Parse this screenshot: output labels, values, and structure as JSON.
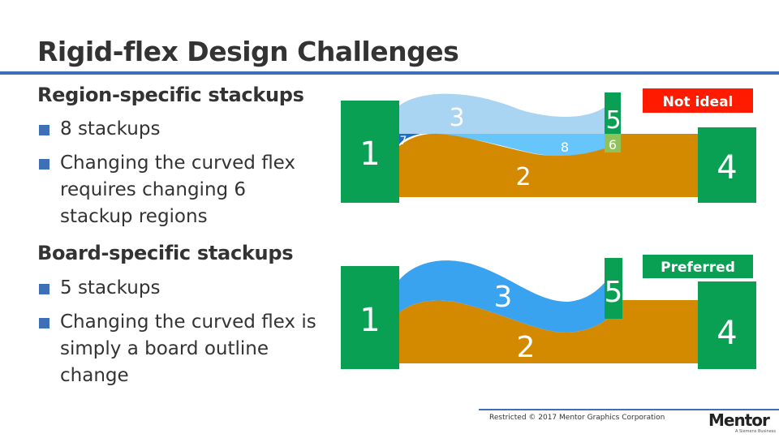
{
  "title": "Rigid-flex Design Challenges",
  "sections": [
    {
      "heading": "Region-specific stackups",
      "bullets": [
        "8 stackups",
        "Changing the curved flex requires changing 6 stackup regions"
      ]
    },
    {
      "heading": "Board-specific stackups",
      "bullets": [
        "5 stackups",
        "Changing the curved flex is simply a board outline change"
      ]
    }
  ],
  "diagram_top": {
    "badge": "Not ideal",
    "badge_color": "#ff1a00",
    "labels": [
      "1",
      "2",
      "3",
      "4",
      "5",
      "6",
      "7",
      "8"
    ]
  },
  "diagram_bottom": {
    "badge": "Preferred",
    "badge_color": "#0aa054",
    "labels": [
      "1",
      "2",
      "3",
      "4",
      "5"
    ]
  },
  "footer": {
    "text": "Restricted © 2017 Mentor Graphics Corporation",
    "logo": "Mentor",
    "logo_sub": "A Siemens Business"
  }
}
